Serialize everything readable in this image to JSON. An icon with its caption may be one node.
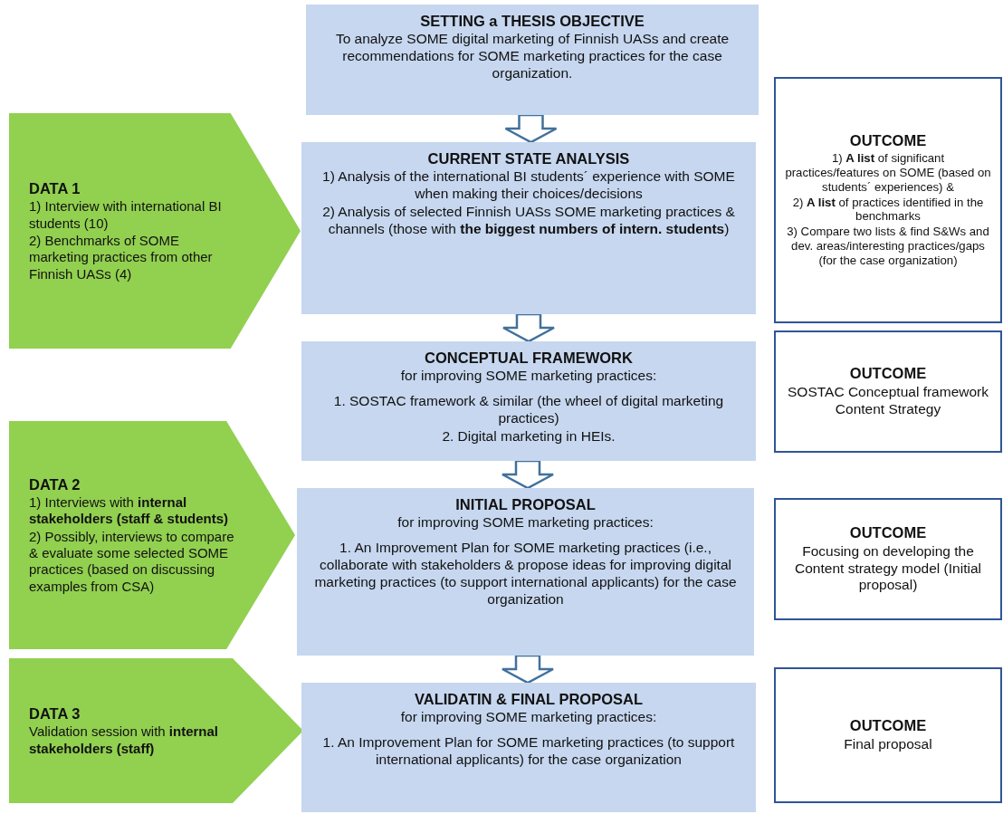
{
  "diagram": {
    "nodes": [
      {
        "text": [
          "SETTING a THESIS OBJECTIVE",
          "To analyze SOME digital marketing of Finnish UASs and create recommendations for SOME marketing practices for the case organization."
        ]
      },
      {
        "text": [
          "OUTCOME",
          "1) **A list** of significant practices/features on SOME (based on students´ experiences) &",
          "2) **A list** of practices identified in the benchmarks",
          "3) Compare two lists & find S&Ws and dev. areas/interesting practices/gaps (for the case organization)"
        ]
      },
      {
        "text": [
          "DATA 1",
          "1) Interview with international BI students (10)",
          "2) Benchmarks of SOME marketing practices from other Finnish UASs (4)"
        ]
      },
      {
        "text": [
          "CURRENT STATE ANALYSIS",
          "1) Analysis of the international BI students´ experience with SOME when making their choices/decisions",
          "2) Analysis of selected Finnish UASs SOME marketing practices & channels (those with **the biggest numbers of intern. students**)"
        ]
      },
      {
        "text": [
          "CONCEPTUAL FRAMEWORK",
          "for improving SOME marketing practices:",
          "1. SOSTAC framework & similar (the wheel of digital marketing practices)",
          "2. Digital marketing in HEIs."
        ]
      },
      {
        "text": [
          "OUTCOME",
          "SOSTAC Conceptual framework",
          "Content Strategy"
        ]
      },
      {
        "text": [
          "DATA 2",
          "1) Interviews with **internal stakeholders (staff & students)**",
          "2) Possibly, interviews to compare & evaluate some selected SOME practices (based on discussing examples from CSA)"
        ]
      },
      {
        "text": [
          "INITIAL PROPOSAL",
          "for improving SOME marketing practices:",
          "1. An Improvement Plan for SOME marketing practices (i.e., collaborate with stakeholders & propose ideas for improving digital marketing practices (to support international applicants) for the case organization"
        ]
      },
      {
        "text": [
          "OUTCOME",
          "Focusing on developing the Content strategy model (Initial proposal)"
        ]
      },
      {
        "text": [
          "DATA 3",
          "Validation session with **internal stakeholders (staff)**"
        ]
      },
      {
        "text": [
          "VALIDATIN & FINAL PROPOSAL",
          "for improving SOME marketing practices:",
          "1. An Improvement Plan for SOME marketing practices (to support international applicants) for the case organization"
        ]
      },
      {
        "text": [
          "OUTCOME",
          "Final proposal"
        ]
      }
    ],
    "edges": [
      {
        "from": 0,
        "to": 3,
        "arrow": "to"
      },
      {
        "from": 3,
        "to": 4,
        "arrow": "to"
      },
      {
        "from": 4,
        "to": 7,
        "arrow": "to"
      },
      {
        "from": 7,
        "to": 10,
        "arrow": "to"
      }
    ]
  }
}
